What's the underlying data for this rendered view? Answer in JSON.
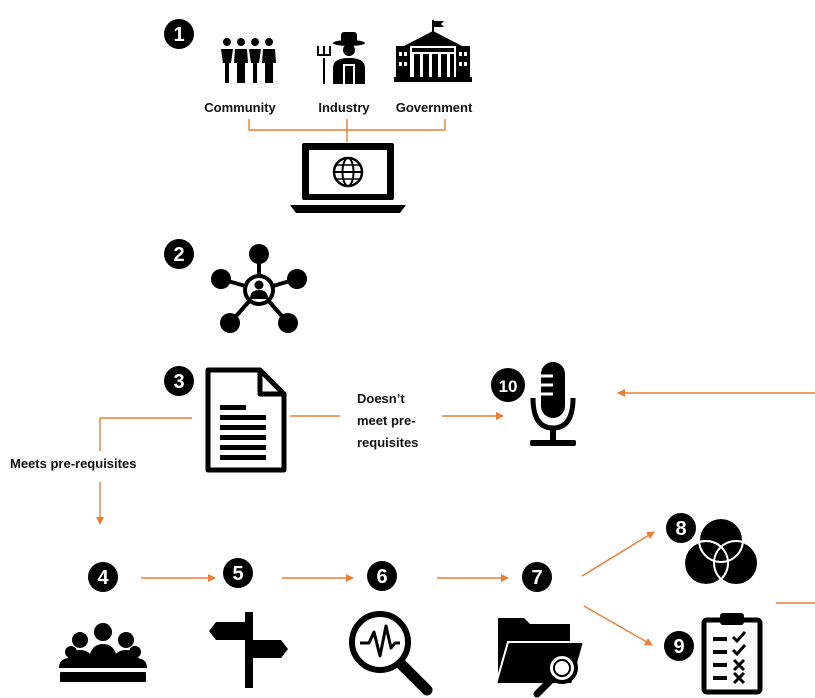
{
  "stakeholders": [
    {
      "label": "Community",
      "icon": "people-group-icon"
    },
    {
      "label": "Industry",
      "icon": "farmer-icon"
    },
    {
      "label": "Government",
      "icon": "government-building-icon"
    }
  ],
  "steps": [
    {
      "number": "1",
      "icon": "laptop-globe-icon"
    },
    {
      "number": "2",
      "icon": "network-hub-icon"
    },
    {
      "number": "3",
      "icon": "document-icon"
    },
    {
      "number": "4",
      "icon": "meeting-group-icon"
    },
    {
      "number": "5",
      "icon": "signpost-icon"
    },
    {
      "number": "6",
      "icon": "magnifier-waveform-icon"
    },
    {
      "number": "7",
      "icon": "folder-search-icon"
    },
    {
      "number": "8",
      "icon": "venn-diagram-icon"
    },
    {
      "number": "9",
      "icon": "checklist-clipboard-icon"
    },
    {
      "number": "10",
      "icon": "microphone-icon"
    }
  ],
  "edge_labels": {
    "doesnt_meet_line1": "Doesn’t",
    "doesnt_meet_line2": "meet pre-",
    "doesnt_meet_line3": "requisites",
    "meets": "Meets pre-requisites"
  },
  "colors": {
    "arrow": "#ED7D31",
    "icon": "#000000",
    "badge_text": "#FFFFFF"
  }
}
